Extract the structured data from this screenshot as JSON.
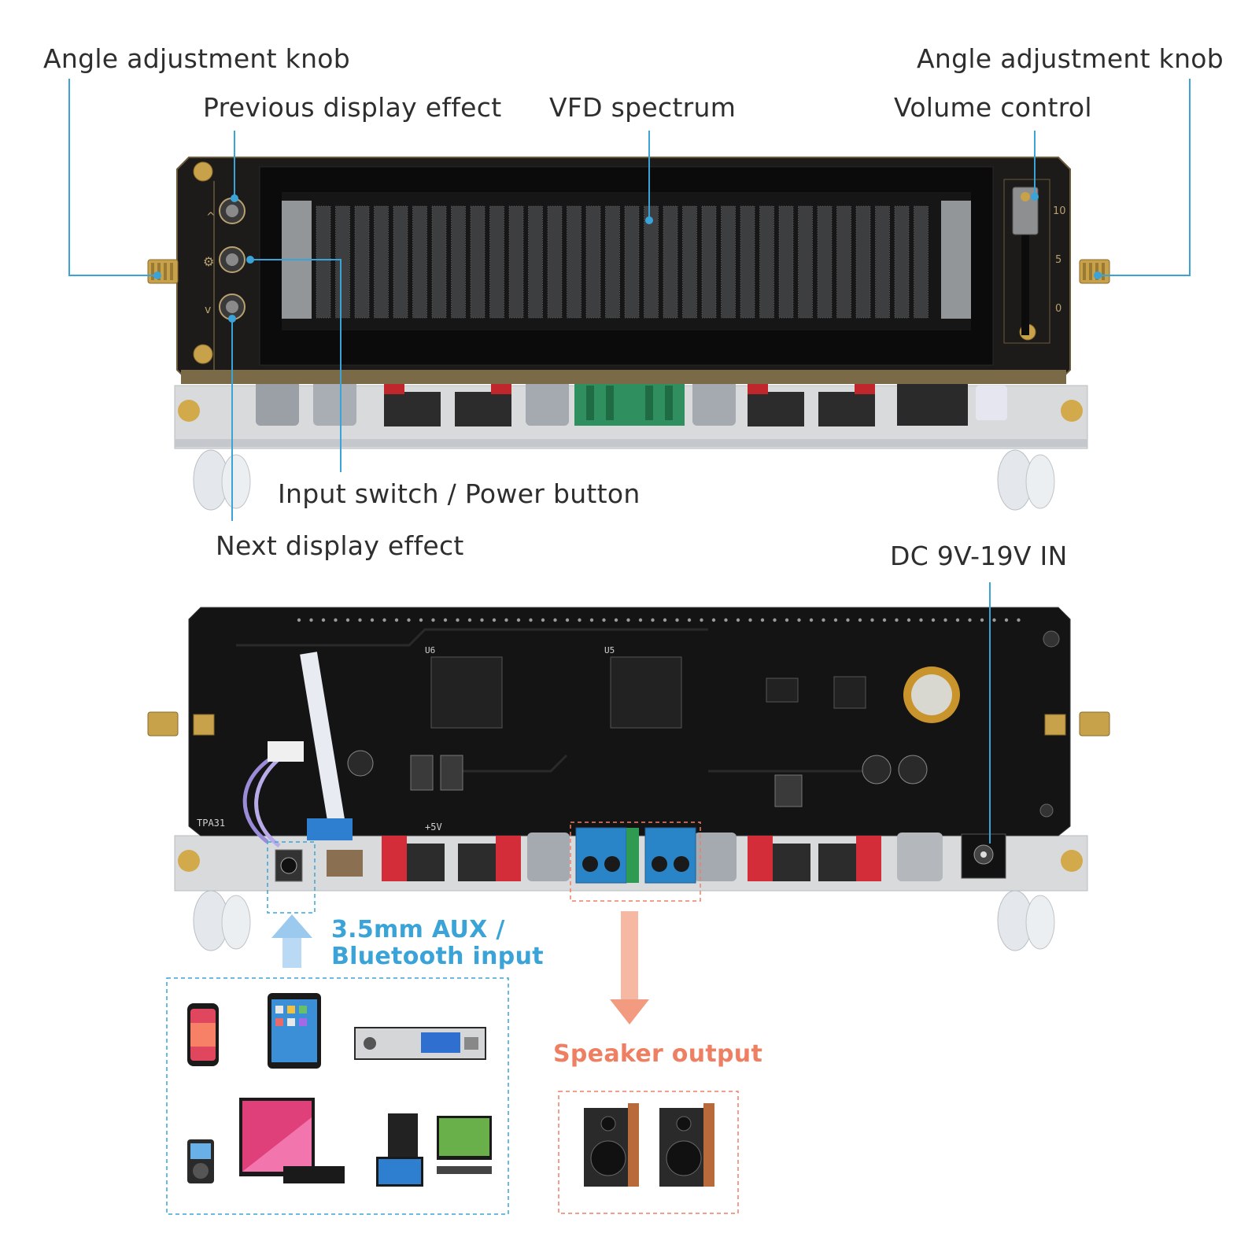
{
  "labels": {
    "angle_knob_left": "Angle adjustment knob",
    "angle_knob_right": "Angle adjustment knob",
    "prev_effect": "Previous display effect",
    "vfd_spectrum": "VFD spectrum",
    "volume_control": "Volume control",
    "input_switch": "Input switch / Power button",
    "next_effect": "Next display effect",
    "dc_in": "DC 9V-19V IN",
    "aux_input_line1": "3.5mm AUX /",
    "aux_input_line2": "Bluetooth input",
    "speaker_output": "Speaker output"
  },
  "pcb_text": {
    "chip_u5": "U5",
    "chip_u6": "U6",
    "pwr_label": "+5V",
    "tpa_label": "TPA31",
    "volume_scale_10": "10",
    "volume_scale_5": "5",
    "volume_scale_0": "0"
  },
  "colors": {
    "callout_line": "#3aa3d8",
    "input_accent": "#3aa3d8",
    "output_accent": "#ef7f63",
    "pcb": "#1a1a1a",
    "gold": "#c8a24a"
  },
  "source_devices": [
    "phone-icon",
    "tablet-icon",
    "audio-player-icon",
    "mp3-player-icon",
    "tv-icon",
    "desktop-pc-icon"
  ],
  "output_devices": [
    "speaker-left-icon",
    "speaker-right-icon"
  ]
}
